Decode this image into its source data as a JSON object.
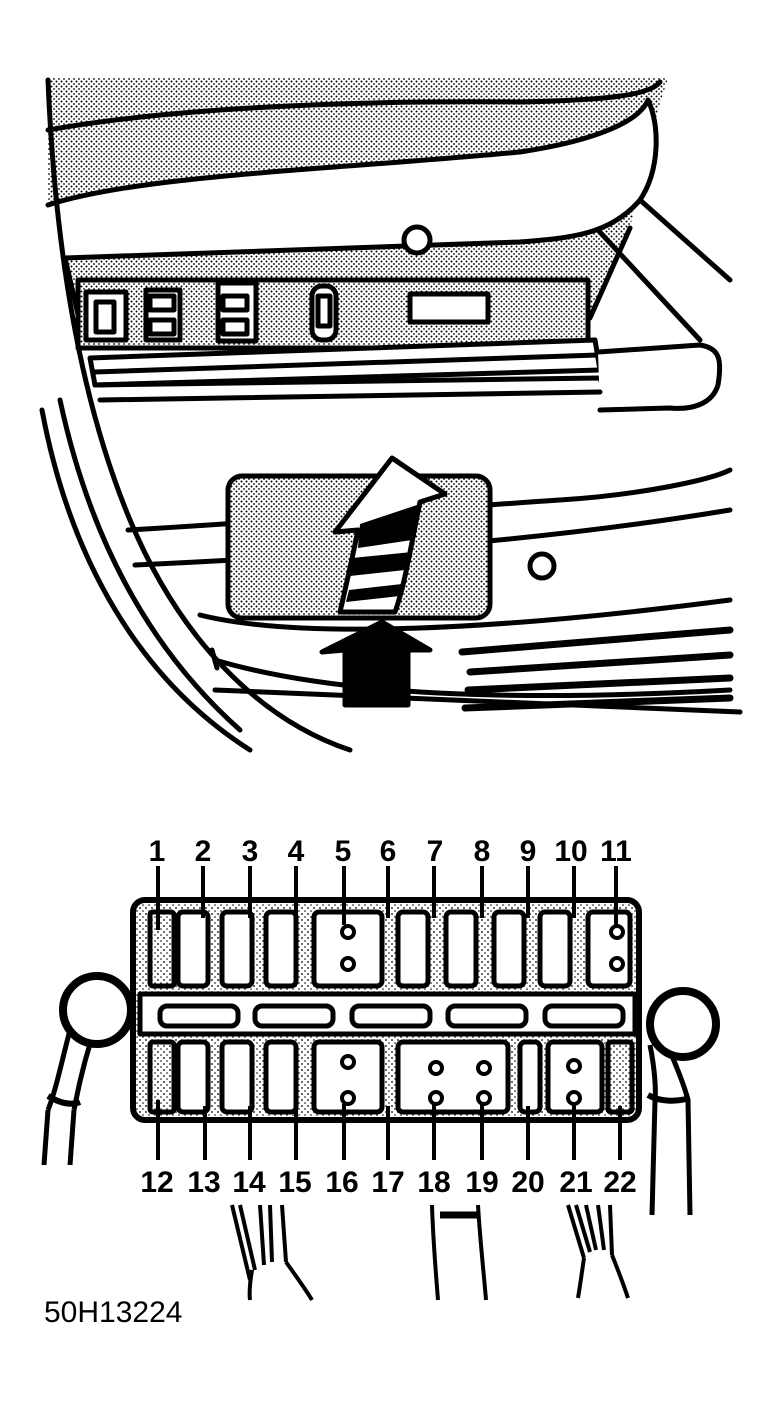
{
  "fuses": {
    "top_row": [
      "1",
      "2",
      "3",
      "4",
      "5",
      "6",
      "7",
      "8",
      "9",
      "10",
      "11"
    ],
    "bottom_row": [
      "12",
      "13",
      "14",
      "15",
      "16",
      "17",
      "18",
      "19",
      "20",
      "21",
      "22"
    ]
  },
  "figure_code": "50H13224"
}
